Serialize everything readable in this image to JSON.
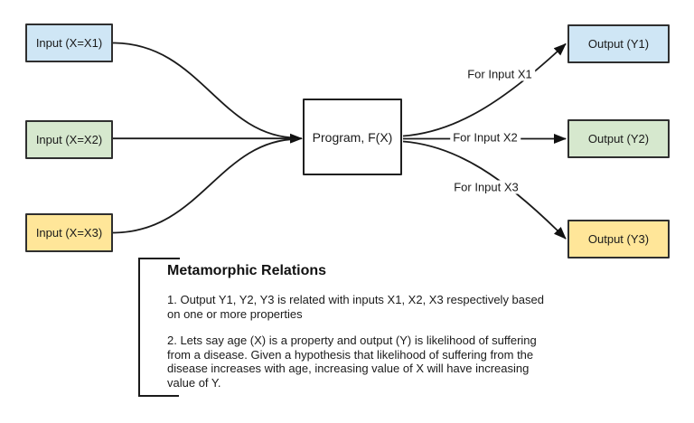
{
  "diagram": {
    "inputs": [
      {
        "label": "Input (X=X1)",
        "fill": "#cfe6f5"
      },
      {
        "label": "Input (X=X2)",
        "fill": "#d6e8ce"
      },
      {
        "label": "Input (X=X3)",
        "fill": "#ffe699"
      }
    ],
    "program": {
      "label": "Program, F(X)",
      "fill": "#ffffff"
    },
    "outputs": [
      {
        "label": "Output (Y1)",
        "fill": "#cfe6f5"
      },
      {
        "label": "Output (Y2)",
        "fill": "#d6e8ce"
      },
      {
        "label": "Output (Y3)",
        "fill": "#ffe699"
      }
    ],
    "edge_labels": [
      {
        "text": "For Input X1"
      },
      {
        "text": "For Input X2"
      },
      {
        "text": "For Input X3"
      }
    ],
    "note": {
      "title": "Metamorphic Relations",
      "p1_lines": [
        "1. Output Y1, Y2, Y3 is related with inputs X1, X2, X3 respectively based",
        "on one or more properties"
      ],
      "p2_lines": [
        "2. Lets say age (X) is a property and output (Y) is likelihood of suffering",
        "from a disease. Given a hypothesis that likelihood of suffering from the",
        "disease increases with age, increasing value of X will have increasing",
        "value of Y."
      ]
    },
    "colors": {
      "line": "#1a1a1a",
      "box_border": "#2f2f2f",
      "blue": "#cfe6f5",
      "green": "#d6e8ce",
      "yellow": "#ffe699"
    }
  }
}
